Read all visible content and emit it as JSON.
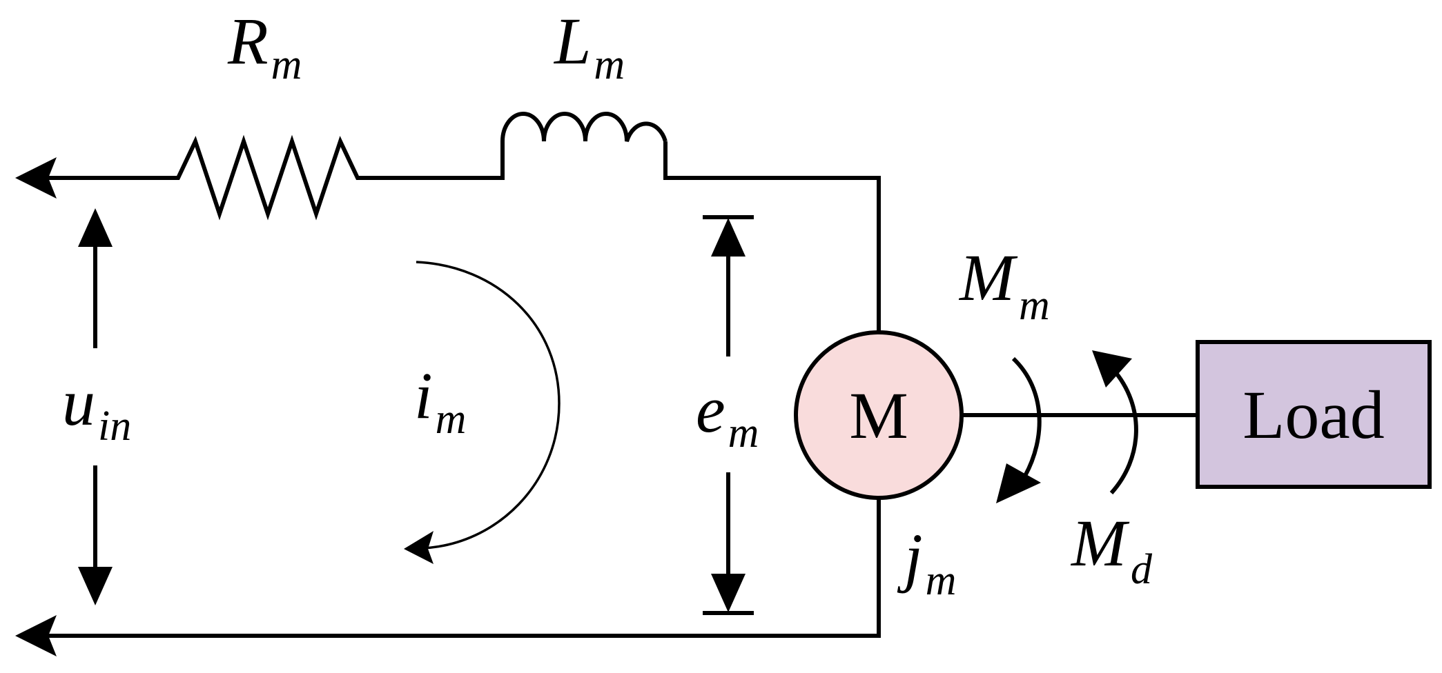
{
  "labels": {
    "resistor": {
      "symbol": "R",
      "subscript": "m"
    },
    "inductor": {
      "symbol": "L",
      "subscript": "m"
    },
    "input_voltage": {
      "symbol": "u",
      "subscript": "in"
    },
    "current": {
      "symbol": "i",
      "subscript": "m"
    },
    "back_emf": {
      "symbol": "e",
      "subscript": "m"
    },
    "motor_torque": {
      "symbol": "M",
      "subscript": "m"
    },
    "disturbance_torque": {
      "symbol": "M",
      "subscript": "d"
    },
    "inertia": {
      "symbol": "j",
      "subscript": "m"
    },
    "motor": "M",
    "load": "Load"
  },
  "colors": {
    "motor_fill": "#f9dcdc",
    "load_fill": "#d3c5de",
    "stroke": "#000000"
  }
}
